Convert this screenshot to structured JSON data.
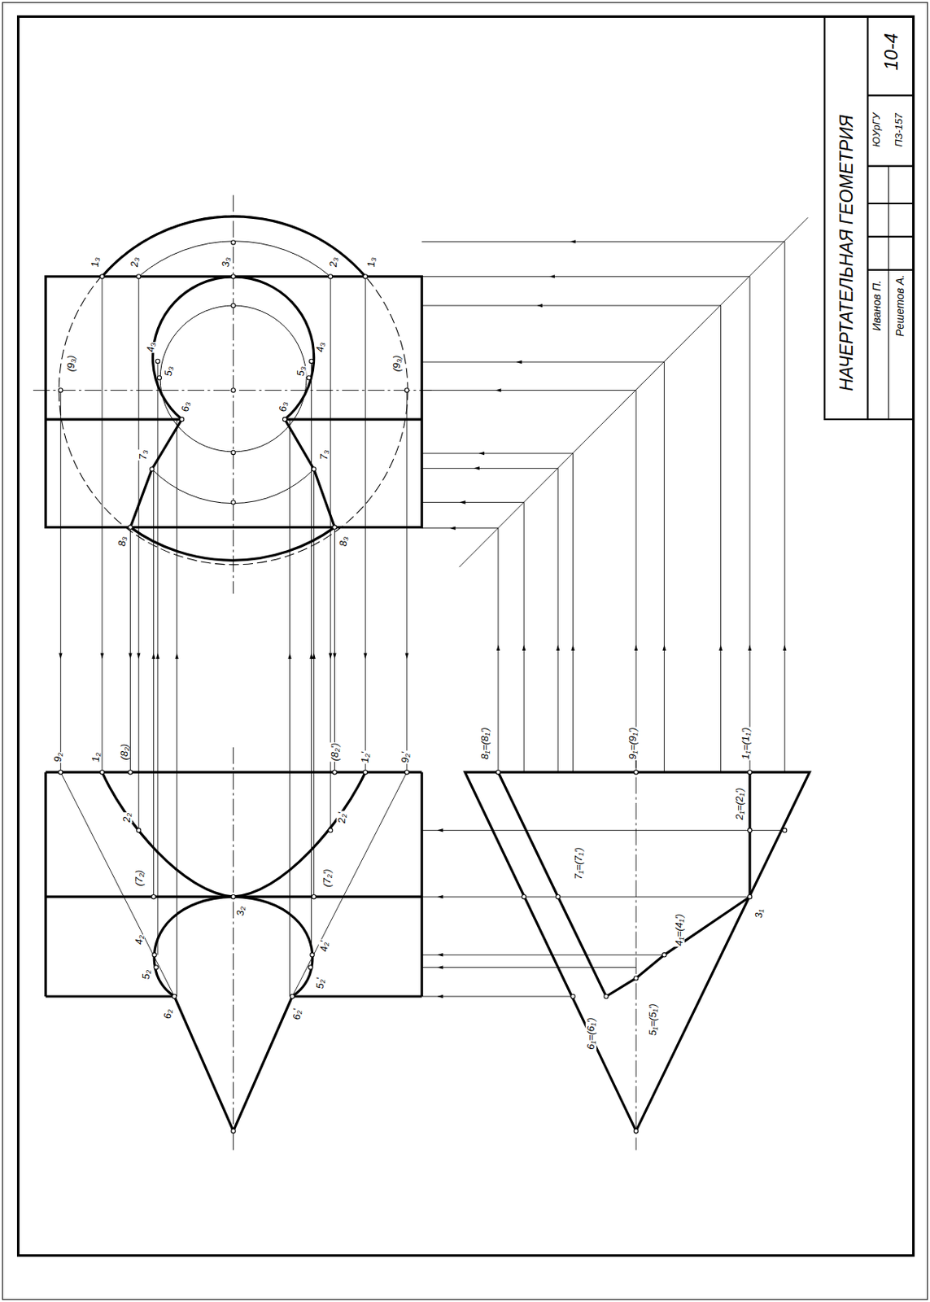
{
  "diagram": {
    "labels": [
      "НАЧЕРТАТЕЛЬНАЯ ГЕОМЕТРИЯ",
      "10-4",
      "Иванов П.",
      "ЮУрГУ",
      "Решетов А.",
      "ПЗ-157",
      "1₃",
      "2₃",
      "3₃",
      "2₃",
      "1₃",
      "(9₃)",
      "4₃",
      "5₃",
      "6₃",
      "4₃",
      "5₃",
      "6₃",
      "(9₃)",
      "7₃",
      "7₃",
      "8₃",
      "8₃",
      "9₂",
      "1₂",
      "(8₂)",
      "(8₂')",
      "1₂'",
      "9₂'",
      "2₂",
      "2₂'",
      "(7₂)",
      "(7₂')",
      "3₂",
      "4₂",
      "5₂",
      "6₂",
      "4₂'",
      "5₂'",
      "6₂'",
      "8₁=(8₁')",
      "9₁=(9₁')",
      "1₁=(1₁')",
      "2₁=(2₁')",
      "7₁=(7₁')",
      "4₁=(4₁')",
      "3₁",
      "6₁=(6₁')",
      "5₁=(5₁')"
    ]
  }
}
